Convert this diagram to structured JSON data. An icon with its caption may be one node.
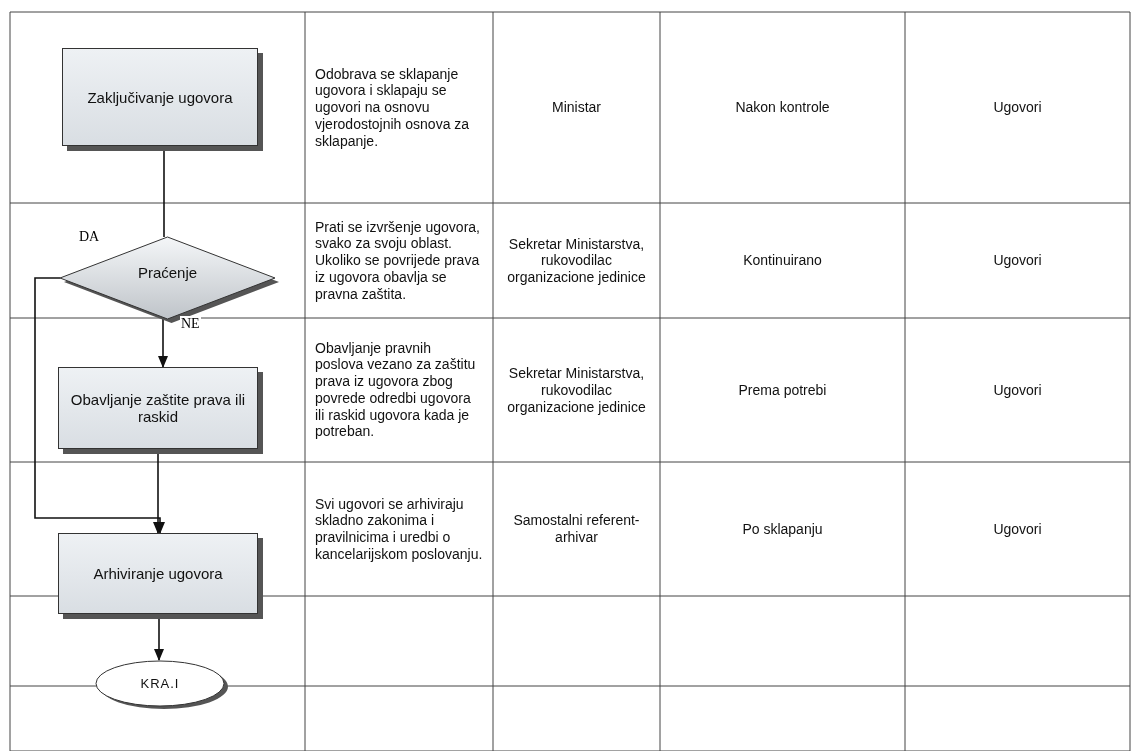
{
  "diagram": {
    "nodes": [
      {
        "text": [
          "Zaključivanje ugovora"
        ]
      },
      {
        "text": [
          "Praćenje"
        ]
      },
      {
        "text": [
          "Obavljanje zaštite prava ili raskid"
        ]
      },
      {
        "text": [
          "Arhiviranje ugovora"
        ]
      },
      {
        "text": [
          "KRA.I"
        ]
      }
    ],
    "edges": [
      {
        "from": 0,
        "to": 1,
        "arrow": "none"
      },
      {
        "from": 1,
        "to": 2,
        "arrow": "to",
        "label": "NE"
      },
      {
        "from": 1,
        "to": 3,
        "arrow": "to",
        "label": "DA"
      },
      {
        "from": 2,
        "to": 3,
        "arrow": "to"
      },
      {
        "from": 3,
        "to": 4,
        "arrow": "to"
      }
    ],
    "labels": [
      "Odobrava se sklapanje ugovora i sklapaju se ugovori na osnovu vjerodostojnih osnova za sklapanje.",
      "Ministar",
      "Nakon kontrole",
      "Ugovori",
      "Prati se izvršenje ugovora, svako za svoju oblast. Ukoliko se povrijede prava iz ugovora obavlja se pravna zaštita.",
      "Sekretar Ministarstva, rukovodilac organizacione jedinice",
      "Kontinuirano",
      "Ugovori",
      "Obavljanje pravnih poslova vezano za zaštitu prava iz ugovora zbog povrede odredbi ugovora ili raskid ugovora kada je potreban.",
      "Sekretar Ministarstva, rukovodilac organizacione jedinice",
      "Prema potrebi",
      "Ugovori",
      "Svi ugovori se arhiviraju skladno zakonima i pravilnicima i uredbi o kancelarijskom poslovanju.",
      "Samostalni referent-arhivar",
      "Po sklapanju",
      "Ugovori"
    ]
  }
}
